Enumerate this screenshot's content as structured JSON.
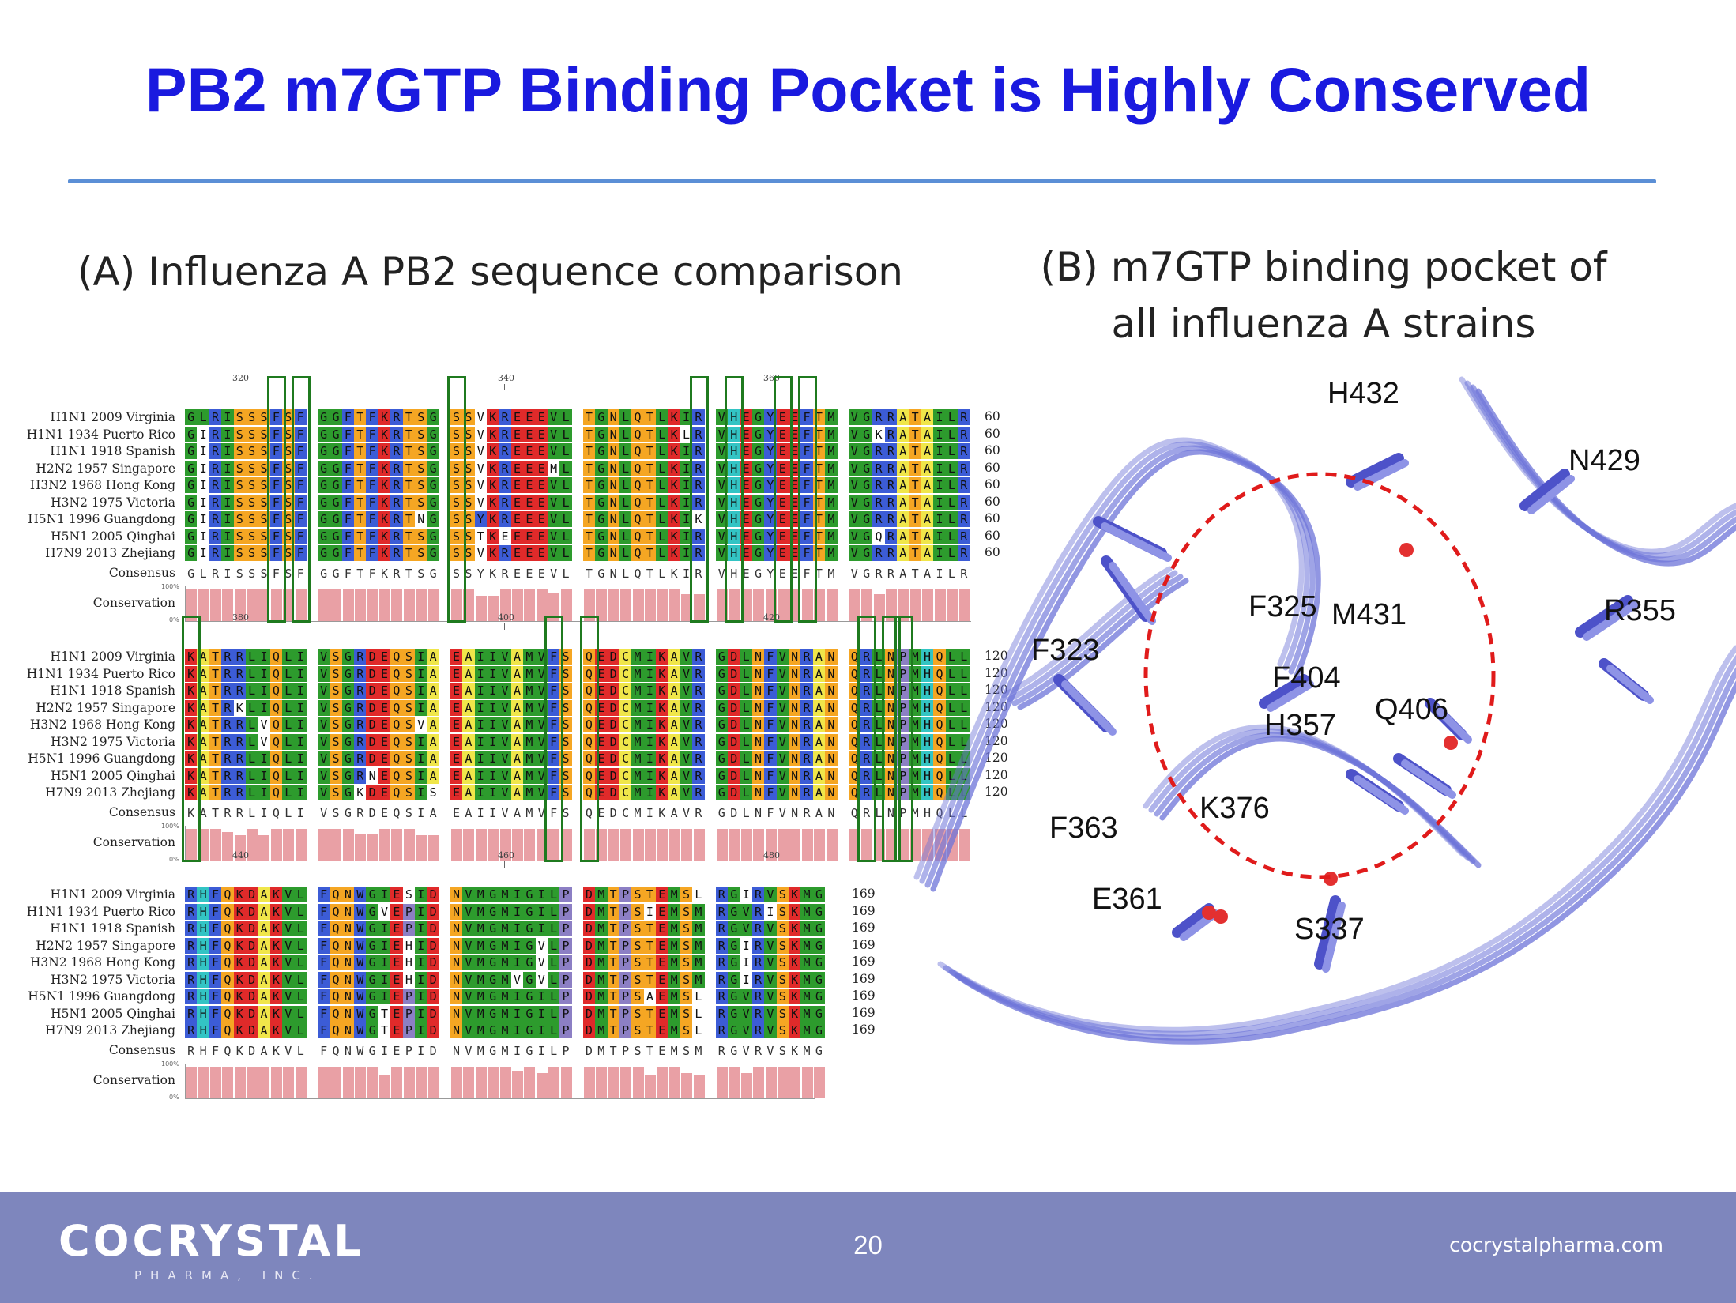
{
  "title": "PB2 m7GTP Binding Pocket is Highly Conserved",
  "caption_a": "(A) Influenza A PB2 sequence comparison",
  "caption_b_line1": "(B) m7GTP binding pocket of",
  "caption_b_line2": "all influenza A strains",
  "alignment": {
    "strains": [
      "H1N1 2009 Virginia",
      "H1N1 1934 Puerto Rico",
      "H1N1 1918 Spanish",
      "H2N2 1957 Singapore",
      "H3N2 1968 Hong Kong",
      "H3N2 1975 Victoria",
      "H5N1 1996 Guangdong",
      "H5N1 2005 Qinghai",
      "H7N9 2013 Zhejiang"
    ],
    "consensus_label": "Consensus",
    "conservation_label": "Conservation",
    "pct_100": "100%",
    "pct_0": "0%",
    "blocks": [
      {
        "ruler": [
          "320",
          "340",
          "360"
        ],
        "end": "60",
        "consensus": [
          "GLRISSSFSF",
          "GGFTFKRTSG",
          "SSYKREEEVL",
          "TGNLQTLKIR",
          "VHEGYEEFTM",
          "VGRRATAILR"
        ],
        "rows": [
          [
            "GLRISSSFSF",
            "GGFTFKRTSG",
            "SSVKREEEVL",
            "TGNLQTLKIR",
            "VHEGYEEFTM",
            "VGRRATAILR"
          ],
          [
            "GIRISSSFSF",
            "GGFTFKRTSG",
            "SSVKREEEVL",
            "TGNLQTLKLR",
            "VHEGYEEFTM",
            "VGKRATAILR"
          ],
          [
            "GIRISSSFSF",
            "GGFTFKRTSG",
            "SSVKREEEVL",
            "TGNLQTLKIR",
            "VHEGYEEFTM",
            "VGRRATAILR"
          ],
          [
            "GIRISSSFSF",
            "GGFTFKRTSG",
            "SSVKREEEML",
            "TGNLQTLKIR",
            "VHEGYEEFTM",
            "VGRRATAILR"
          ],
          [
            "GIRISSSFSF",
            "GGFTFKRTSG",
            "SSVKREEEVL",
            "TGNLQTLKIR",
            "VHEGYEEFTM",
            "VGRRATAILR"
          ],
          [
            "GIRISSSFSF",
            "GGFTFKRTSG",
            "SSVKREEEVL",
            "TGNLQTLKIR",
            "VHEGYEEFTM",
            "VGRRATAILR"
          ],
          [
            "GIRISSSFSF",
            "GGFTFKRTNG",
            "SSYKREEEVL",
            "TGNLQTLKIK",
            "VHEGYEEFTM",
            "VGRRATAILR"
          ],
          [
            "GIRISSSFSF",
            "GGFTFKRTSG",
            "SSTKEEEEVL",
            "TGNLQTLKIR",
            "VHEGYEEFTM",
            "VGQRATAILR"
          ],
          [
            "GIRISSSFSF",
            "GGFTFKRTSG",
            "SSVKREEEVL",
            "TGNLQTLKIR",
            "VHEGYEEFTM",
            "VGRRATAILR"
          ]
        ]
      },
      {
        "ruler": [
          "380",
          "400",
          "420"
        ],
        "end": "120",
        "consensus": [
          "KATRRLIQLI",
          "VSGRDEQSIA",
          "EAIIVAMVFS",
          "QEDCMIKAVR",
          "GDLNFVNRAN",
          "QRLNPMHQLL"
        ],
        "rows": [
          [
            "KATRRLIQLI",
            "VSGRDEQSIA",
            "EAIIVAMVFS",
            "QEDCMIKAVR",
            "GDLNFVNRAN",
            "QRLNPMHQLL"
          ],
          [
            "KATRRLIQLI",
            "VSGRDEQSIA",
            "EAIIVAMVFS",
            "QEDCMIKAVR",
            "GDLNFVNRAN",
            "QRLNPMHQLL"
          ],
          [
            "KATRRLIQLI",
            "VSGRDEQSIA",
            "EAIIVAMVFS",
            "QEDCMIKAVR",
            "GDLNFVNRAN",
            "QRLNPMHQLL"
          ],
          [
            "KATRKLIQLI",
            "VSGRDEQSIA",
            "EAIIVAMVFS",
            "QEDCMIKAVR",
            "GDLNFVNRAN",
            "QRLNPMHQLL"
          ],
          [
            "KATRRLVQLI",
            "VSGRDEQSVA",
            "EAIIVAMVFS",
            "QEDCMIKAVR",
            "GDLNFVNRAN",
            "QRLNPMHQLL"
          ],
          [
            "KATRRLVQLI",
            "VSGRDEQSIA",
            "EAIIVAMVFS",
            "QEDCMIKAVR",
            "GDLNFVNRAN",
            "QRLNPMHQLL"
          ],
          [
            "KATRRLIQLI",
            "VSGRDEQSIA",
            "EAIIVAMVFS",
            "QEDCMIKAVR",
            "GDLNFVNRAN",
            "QRLNPMHQLL"
          ],
          [
            "KATRRLIQLI",
            "VSGRNEQSIA",
            "EAIIVAMVFS",
            "QEDCMIKAVR",
            "GDLNFVNRAN",
            "QRLNPMHQLL"
          ],
          [
            "KATRRLIQLI",
            "VSGKDEQSIS",
            "EAIIVAMVFS",
            "QEDCMIKAVR",
            "GDLNFVNRAN",
            "QRLNPMHQLL"
          ]
        ]
      },
      {
        "ruler": [
          "440",
          "460",
          "480"
        ],
        "end": "169",
        "consensus": [
          "RHFQKDAKVL",
          "FQNWGIEPID",
          "NVMGMIGILP",
          "DMTPSTEMSM",
          "RGVRVSKMG"
        ],
        "rows": [
          [
            "RHFQKDAKVL",
            "FQNWGIESID",
            "NVMGMIGILP",
            "DMTPSTEMSL",
            "RGIRVSKMG"
          ],
          [
            "RHFQKDAKVL",
            "FQNWGVEPID",
            "NVMGMIGILP",
            "DMTPSIEMSM",
            "RGVRISKMG"
          ],
          [
            "RHFQKDAKVL",
            "FQNWGIEPID",
            "NVMGMIGILP",
            "DMTPSTEMSM",
            "RGVRVSKMG"
          ],
          [
            "RHFQKDAKVL",
            "FQNWGIEHID",
            "NVMGMIGVLP",
            "DMTPSTEMSM",
            "RGIRVSKMG"
          ],
          [
            "RHFQKDAKVL",
            "FQNWGIEHID",
            "NVMGMIGVLP",
            "DMTPSTEMSM",
            "RGIRVSKMG"
          ],
          [
            "RHFQKDAKVL",
            "FQNWGIEHID",
            "NVMGMVGVLP",
            "DMTPSTEMSM",
            "RGIRVSKMG"
          ],
          [
            "RHFQKDAKVL",
            "FQNWGIEPID",
            "NVMGMIGILP",
            "DMTPSAEMSL",
            "RGVRVSKMG"
          ],
          [
            "RHFQKDAKVL",
            "FQNWGTEPID",
            "NVMGMIGILP",
            "DMTPSTEMSL",
            "RGVRVSKMG"
          ],
          [
            "RHFQKDAKVL",
            "FQNWGTEPID",
            "NVMGMIGILP",
            "DMTPSTEMSL",
            "RGVRVSKMG"
          ]
        ]
      }
    ],
    "conservation": [
      [
        100,
        100,
        100,
        100,
        100,
        100,
        100,
        100,
        100,
        100,
        100,
        100,
        100,
        100,
        100,
        100,
        100,
        100,
        100,
        100,
        100,
        100,
        80,
        80,
        100,
        100,
        100,
        100,
        90,
        100,
        100,
        100,
        100,
        100,
        100,
        100,
        100,
        100,
        85,
        85,
        100,
        100,
        100,
        100,
        100,
        100,
        100,
        100,
        100,
        100,
        100,
        100,
        85,
        100,
        100,
        100,
        100,
        100,
        100,
        100
      ],
      [
        100,
        100,
        100,
        90,
        80,
        100,
        80,
        100,
        100,
        100,
        100,
        100,
        100,
        85,
        85,
        100,
        100,
        100,
        80,
        80,
        100,
        100,
        100,
        100,
        100,
        100,
        100,
        100,
        100,
        100,
        100,
        100,
        100,
        100,
        100,
        100,
        100,
        100,
        100,
        100,
        100,
        100,
        100,
        100,
        100,
        100,
        100,
        100,
        100,
        100,
        100,
        100,
        100,
        100,
        100,
        100,
        100,
        100,
        100,
        100
      ],
      [
        100,
        100,
        100,
        100,
        100,
        100,
        100,
        100,
        100,
        100,
        100,
        100,
        100,
        100,
        100,
        75,
        100,
        100,
        100,
        100,
        100,
        100,
        100,
        100,
        100,
        85,
        100,
        80,
        100,
        100,
        100,
        100,
        100,
        100,
        100,
        75,
        100,
        100,
        80,
        75,
        100,
        100,
        80,
        100,
        100,
        100,
        100,
        100,
        100
      ]
    ],
    "colors": {
      "green": "#2d9b2d",
      "blue": "#3c5cd6",
      "cyan": "#33c4c4",
      "red": "#e02a2a",
      "orange": "#f5a623",
      "purple": "#8c7fc4",
      "yellow": "#f0e64a",
      "highlight_box": "#1f7a1f"
    }
  },
  "structure": {
    "residues": [
      "H432",
      "N429",
      "F325",
      "M431",
      "R355",
      "F323",
      "F404",
      "Q406",
      "H357",
      "K376",
      "F363",
      "E361",
      "S337"
    ],
    "backbone_color": "#6c73d8",
    "pocket_outline_color": "#e01b1b"
  },
  "footer": {
    "logo": "COCRYSTAL",
    "logo_sub": "PHARMA, INC.",
    "page_number": "20",
    "website": "cocrystalpharma.com"
  }
}
